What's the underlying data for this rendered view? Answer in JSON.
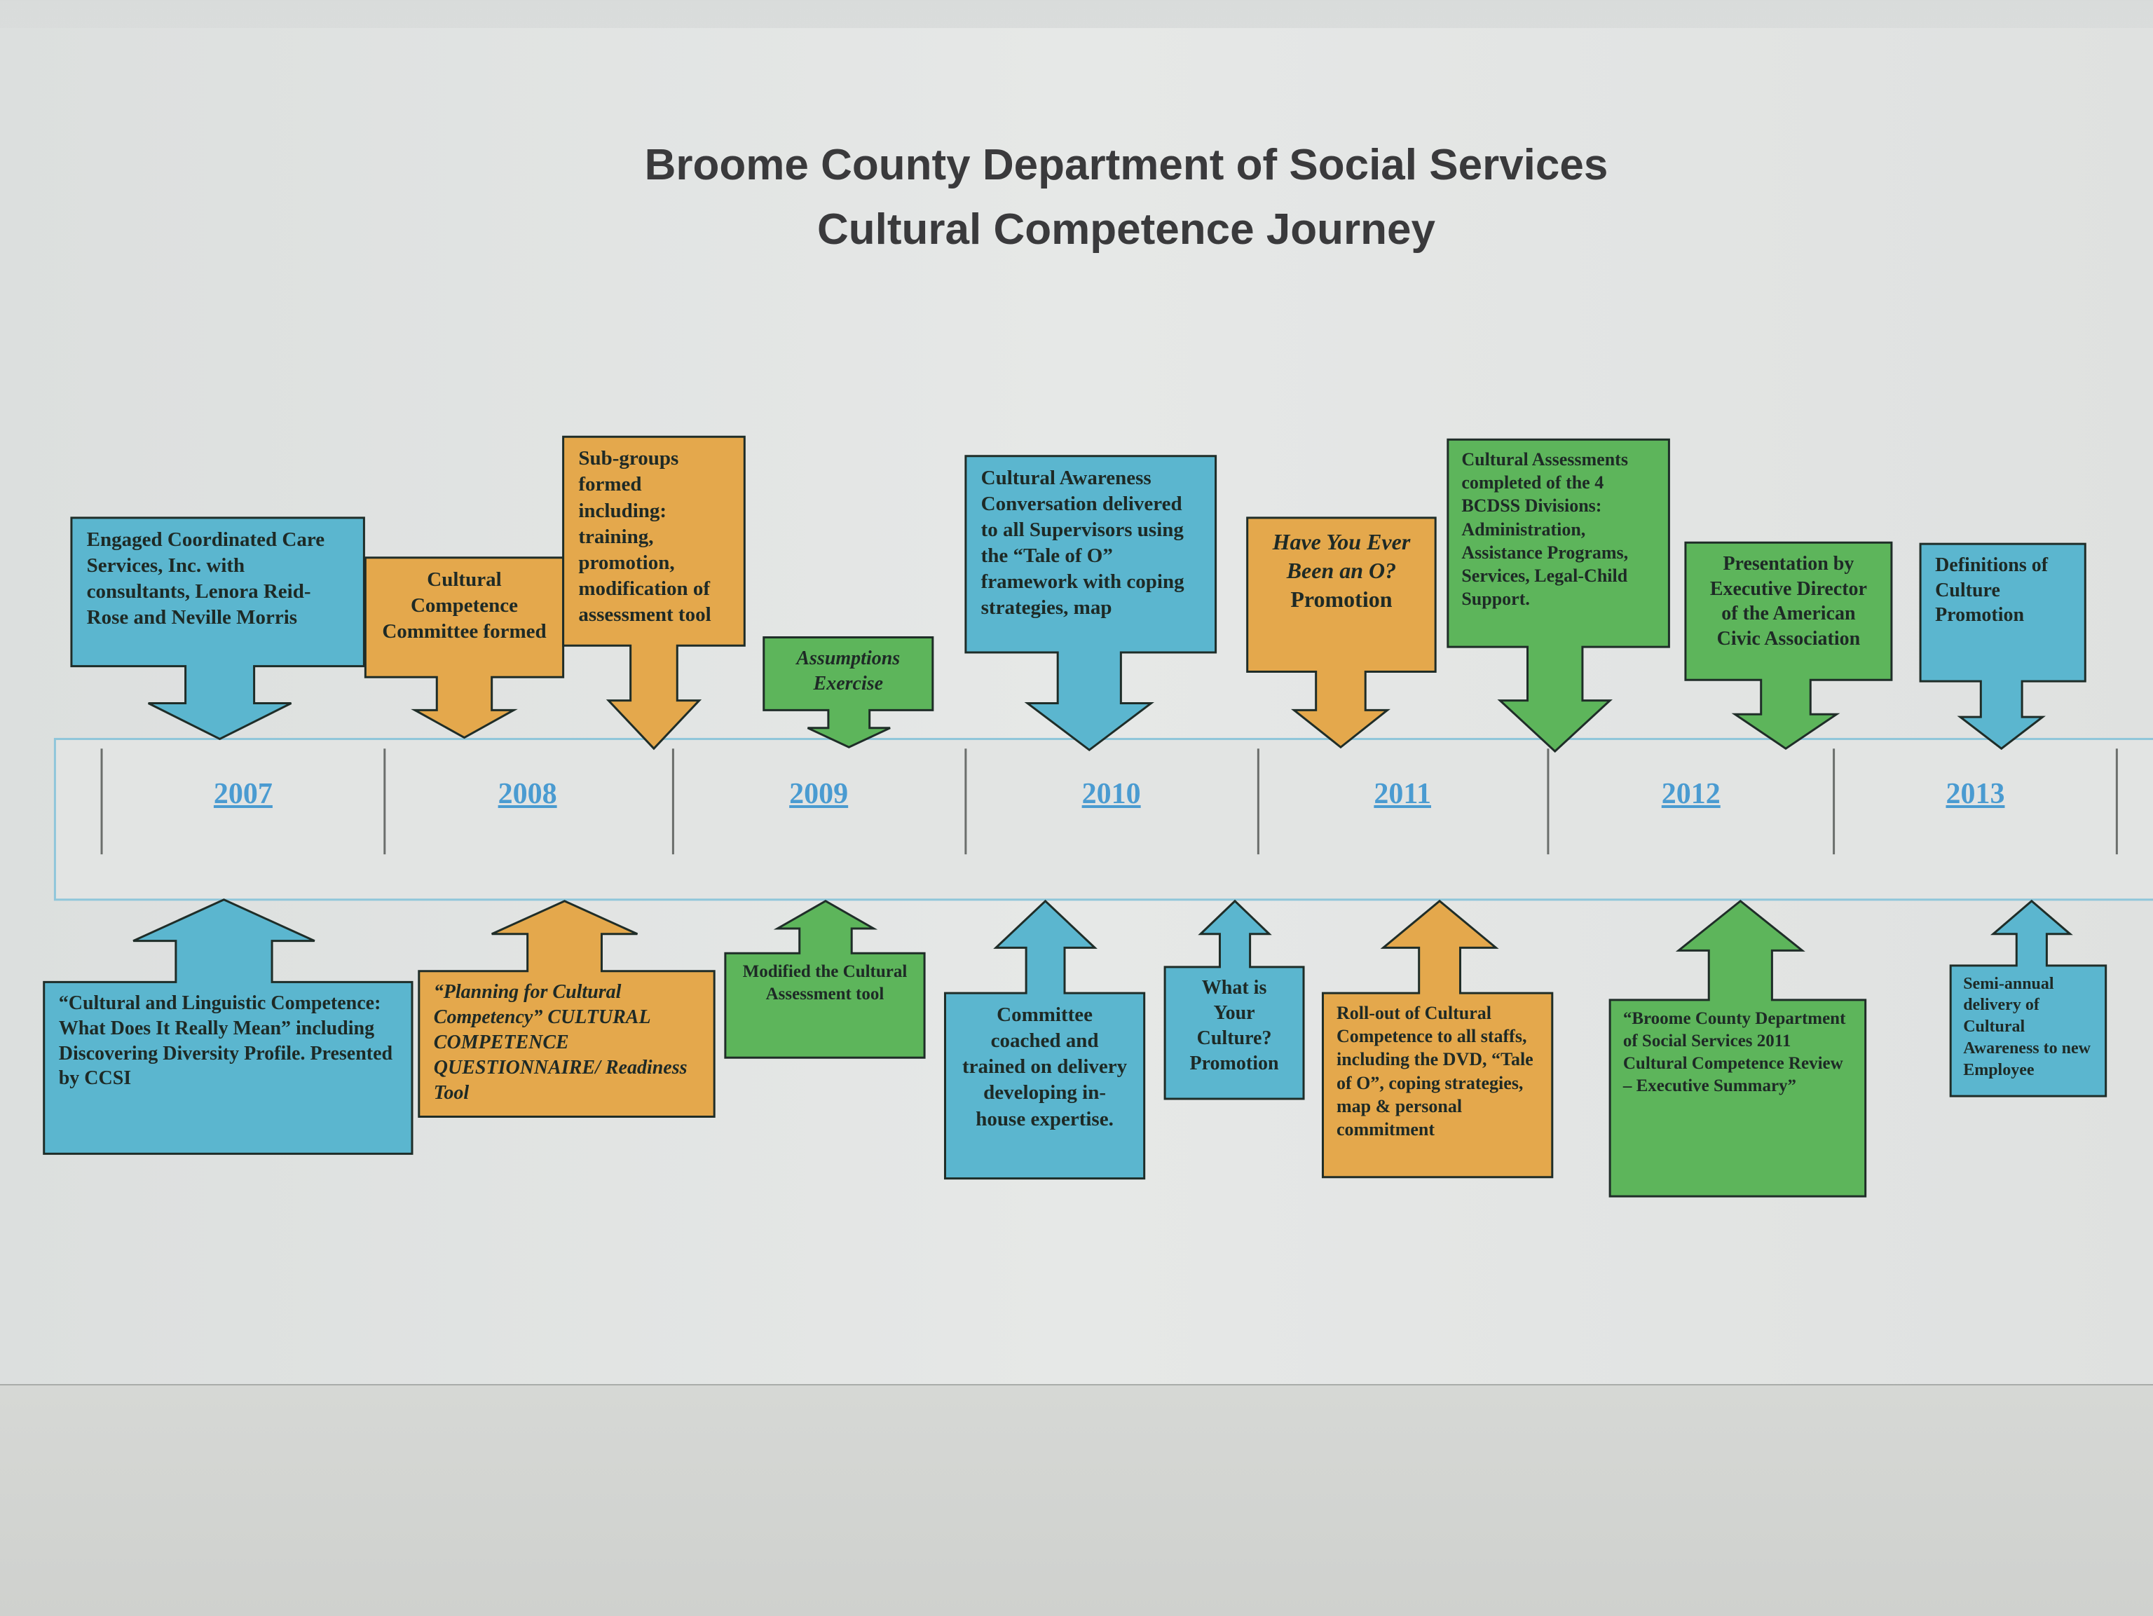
{
  "header": {
    "title_line1": "Broome County Department of Social Services",
    "title_line2": "Cultural Competence Journey"
  },
  "colors": {
    "blue": "#5bb6cf",
    "orange": "#e4a84c",
    "green": "#5db55b",
    "timeline_border": "#8fc6da",
    "year_link": "#4a9bd1"
  },
  "timeline": {
    "years": [
      "2007",
      "2008",
      "2009",
      "2010",
      "2011",
      "2012",
      "2013"
    ]
  },
  "above": [
    {
      "color": "blue",
      "text": "Engaged Coordinated Care Services, Inc. with consultants, Lenora Reid-Rose and Neville Morris"
    },
    {
      "color": "orange",
      "text": "Cultural Competence Committee formed"
    },
    {
      "color": "orange",
      "text": "Sub-groups formed including: training, promotion, modification of assessment tool"
    },
    {
      "color": "green",
      "italic_text": "Assumptions Exercise"
    },
    {
      "color": "blue",
      "text": "Cultural Awareness Conversation delivered to all Supervisors using the “Tale of O” framework with coping strategies, map"
    },
    {
      "color": "orange",
      "italic_text": "Have You Ever Been an O?",
      "text": "Promotion"
    },
    {
      "color": "green",
      "text": "Cultural Assessments completed of the 4 BCDSS Divisions: Administration, Assistance Programs, Services, Legal-Child Support."
    },
    {
      "color": "green",
      "text": "Presentation by Executive Director of the American Civic Association"
    },
    {
      "color": "blue",
      "text": "Definitions of Culture Promotion"
    }
  ],
  "below": [
    {
      "color": "blue",
      "text": "“Cultural and Linguistic Competence: What Does It Really Mean” including Discovering Diversity Profile. Presented by CCSI"
    },
    {
      "color": "orange",
      "italic_text": "“Planning for Cultural Competency” CULTURAL COMPETENCE QUESTIONNAIRE/ Readiness Tool"
    },
    {
      "color": "green",
      "text": "Modified the Cultural Assessment tool"
    },
    {
      "color": "blue",
      "text": "Committee coached and trained on delivery developing in-house expertise."
    },
    {
      "color": "blue",
      "text": "What is Your Culture? Promotion"
    },
    {
      "color": "orange",
      "text": "Roll-out of Cultural Competence to all staffs, including the DVD, “Tale of O”, coping strategies, map & personal commitment"
    },
    {
      "color": "green",
      "text": "“Broome County Department of Social Services 2011 Cultural Competence Review – Executive Summary”"
    },
    {
      "color": "blue",
      "text": "Semi-annual delivery of Cultural Awareness to new Employee"
    }
  ]
}
